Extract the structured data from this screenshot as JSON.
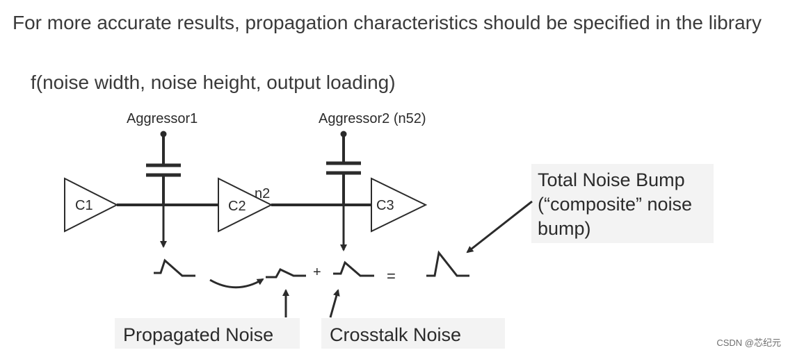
{
  "heading": "For more accurate results, propagation characteristics should be specified in the library",
  "formula": "f(noise width, noise height, output loading)",
  "diagram": {
    "aggressor1": "Aggressor1",
    "aggressor2": "Aggressor2 (n52)",
    "buffers": [
      "C1",
      "C2",
      "C3"
    ],
    "net": "n2",
    "plus": "+",
    "equals": "=",
    "total_noise": [
      "Total Noise Bump",
      "(“composite” noise",
      "bump)"
    ],
    "propagated_noise": "Propagated Noise",
    "crosstalk_noise": "Crosstalk Noise"
  },
  "watermark": "CSDN @芯纪元"
}
